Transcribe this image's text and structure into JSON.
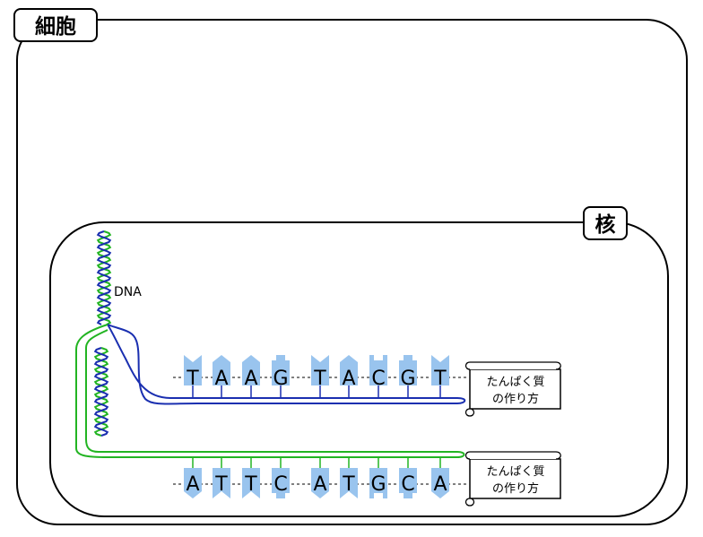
{
  "cell": {
    "label": "細胞"
  },
  "nucleus": {
    "label": "核"
  },
  "dna": {
    "label": "DNA"
  },
  "strands": [
    {
      "bases": [
        "T",
        "A",
        "A",
        "G",
        "T",
        "A",
        "C",
        "G",
        "T"
      ],
      "note": [
        "たんぱく質",
        "の作り方"
      ],
      "color": "#1a2fb0"
    },
    {
      "bases": [
        "A",
        "T",
        "T",
        "C",
        "A",
        "T",
        "G",
        "C",
        "A"
      ],
      "note": [
        "たんぱく質",
        "の作り方"
      ],
      "color": "#22b422"
    }
  ],
  "colors": {
    "base_fill": "#99c4ee",
    "strand_blue": "#1a2fb0",
    "strand_green": "#22b422",
    "outline": "#000000"
  }
}
